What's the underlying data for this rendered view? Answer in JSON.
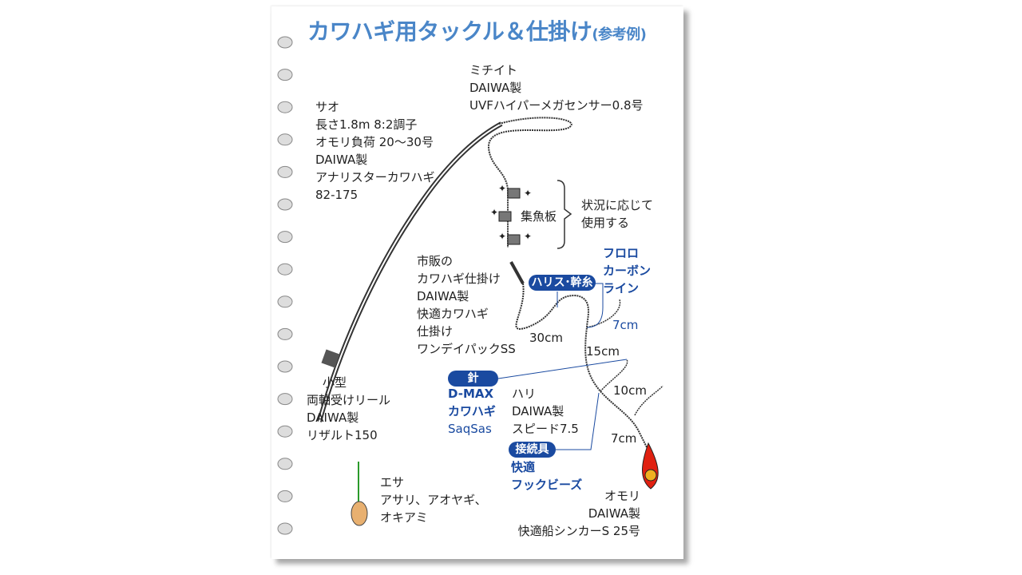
{
  "title": {
    "main": "カワハギ用タックル＆仕掛け",
    "sub": "(参考例)"
  },
  "michiito": [
    "ミチイト",
    "DAIWA製",
    "UVFハイパーメガセンサー0.8号"
  ],
  "sao": [
    "サオ",
    "長さ1.8m 8:2調子",
    "オモリ負荷 20〜30号",
    "DAIWA製",
    "アナリスターカワハギ",
    "82-175"
  ],
  "shugyoban": {
    "label": "集魚板",
    "note": [
      "状況に応じて",
      "使用する"
    ]
  },
  "shikake": [
    "市販の",
    "カワハギ仕掛け",
    "DAIWA製",
    "快適カワハギ",
    "仕掛け",
    "ワンデイパックSS"
  ],
  "fluoro": [
    "フロロ",
    "カーボン",
    "ライン"
  ],
  "harisu_badge": "ハリス･幹糸",
  "measures": {
    "m7a": "7cm",
    "m30": "30cm",
    "m15": "15cm",
    "m10": "10cm",
    "m7b": "7cm"
  },
  "hari_badge": "針",
  "hari_blue": [
    "D-MAX",
    "カワハギ",
    "SaqSas"
  ],
  "hari": [
    "ハリ",
    "DAIWA製",
    "スピード7.5"
  ],
  "setsuzoku_badge": "接続具",
  "setsuzoku": [
    "快適",
    "フックビーズ"
  ],
  "reel": [
    "小型",
    "両軸受けリール",
    "DAIWA製",
    "リザルト150"
  ],
  "esa": [
    "エサ",
    "アサリ、アオヤギ、",
    "オキアミ"
  ],
  "omori": [
    "オモリ",
    "DAIWA製",
    "快適船シンカーS 25号"
  ],
  "colors": {
    "title": "#4a86c8",
    "accent": "#1a4aa0"
  }
}
